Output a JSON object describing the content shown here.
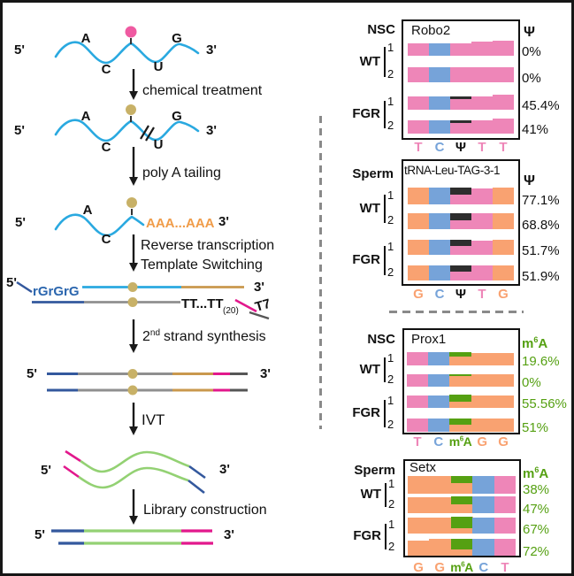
{
  "colors": {
    "cyan": "#2aa9e0",
    "pink_dot": "#ef5aa1",
    "tan_dot": "#c8b167",
    "gold_line": "#c9984d",
    "navy": "#33589d",
    "ts_blue": "#2b66ae",
    "gray": "#8f8f8f",
    "dark_gray": "#565656",
    "magenta": "#e2188c",
    "green_curve": "#93d173",
    "orange_text": "#f09c49",
    "bar_pink": "#ee86b8",
    "bar_blue": "#76a3d9",
    "bar_orange": "#f9a271",
    "bar_green": "#55a012",
    "mark_black": "#2e2e2e",
    "text_black": "#111111",
    "dash_gray": "#8a8a8a"
  },
  "workflow": {
    "five_prime": "5'",
    "three_prime": "3'",
    "bases": {
      "a": "A",
      "c": "C",
      "u": "U",
      "g": "G"
    },
    "steps": {
      "chemical": "chemical treatment",
      "polya": "poly A tailing",
      "rt_line1": "Reverse transcription",
      "rt_line2": "Template Switching",
      "second_num": "2",
      "second_sup": "nd",
      "second_rest": "strand synthesis",
      "ivt": "IVT",
      "library": "Library construction"
    },
    "polya_tail": "AAA...AAA",
    "ts_oligo": "rGrGrG",
    "oligo_dt": "TT...TT",
    "oligo_dt_sub": "(20)",
    "t7_label": "T7"
  },
  "panels": [
    {
      "group": "NSC",
      "gene": "Robo2",
      "mod": {
        "pre": "Ψ",
        "sup": "",
        "post": ""
      },
      "mod_color": "text_black",
      "mark_color": "mark_black",
      "pct_color": "text_black",
      "mod_index": 2,
      "segments": [
        "bar_pink",
        "bar_blue",
        "bar_pink",
        "bar_pink",
        "bar_pink"
      ],
      "conditions": [
        {
          "name": "WT",
          "replicates": [
            "1",
            "2"
          ]
        },
        {
          "name": "FGR",
          "replicates": [
            "1",
            "2"
          ]
        }
      ],
      "rows": [
        {
          "pct": "0%",
          "mark": {
            "type": "none"
          }
        },
        {
          "pct": "0%",
          "mark": {
            "type": "none"
          }
        },
        {
          "pct": "45.4%",
          "mark": {
            "type": "line"
          }
        },
        {
          "pct": "41%",
          "mark": {
            "type": "line"
          }
        }
      ],
      "positions": [
        {
          "text": "T",
          "color": "bar_pink"
        },
        {
          "text": "C",
          "color": "bar_blue"
        },
        {
          "text": "Ψ",
          "color": "text_black"
        },
        {
          "text": "T",
          "color": "bar_pink"
        },
        {
          "text": "T",
          "color": "bar_pink"
        }
      ]
    },
    {
      "group": "Sperm",
      "gene": "tRNA-Leu-TAG-3-1",
      "mod": {
        "pre": "Ψ",
        "sup": "",
        "post": ""
      },
      "mod_color": "text_black",
      "mark_color": "mark_black",
      "pct_color": "text_black",
      "mod_index": 2,
      "segments": [
        "bar_orange",
        "bar_blue",
        "bar_pink",
        "bar_pink",
        "bar_orange"
      ],
      "conditions": [
        {
          "name": "WT",
          "replicates": [
            "1",
            "2"
          ]
        },
        {
          "name": "FGR",
          "replicates": [
            "1",
            "2"
          ]
        }
      ],
      "rows": [
        {
          "pct": "77.1%",
          "mark": {
            "type": "block",
            "h": 8
          }
        },
        {
          "pct": "68.8%",
          "mark": {
            "type": "block",
            "h": 8
          }
        },
        {
          "pct": "51.7%",
          "mark": {
            "type": "block",
            "h": 7
          }
        },
        {
          "pct": "51.9%",
          "mark": {
            "type": "block",
            "h": 7
          }
        }
      ],
      "positions": [
        {
          "text": "G",
          "color": "bar_orange"
        },
        {
          "text": "C",
          "color": "bar_blue"
        },
        {
          "text": "Ψ",
          "color": "text_black"
        },
        {
          "text": "T",
          "color": "bar_pink"
        },
        {
          "text": "G",
          "color": "bar_orange"
        }
      ]
    },
    {
      "group": "NSC",
      "gene": "Prox1",
      "mod": {
        "pre": "m",
        "sup": "6",
        "post": "A"
      },
      "mod_color": "bar_green",
      "mark_color": "bar_green",
      "pct_color": "bar_green",
      "mod_index": 2,
      "segments": [
        "bar_pink",
        "bar_blue",
        "bar_orange",
        "bar_orange",
        "bar_orange"
      ],
      "conditions": [
        {
          "name": "WT",
          "replicates": [
            "1",
            "2"
          ]
        },
        {
          "name": "FGR",
          "replicates": [
            "1",
            "2"
          ]
        }
      ],
      "rows": [
        {
          "pct": "19.6%",
          "mark": {
            "type": "block",
            "h": 5
          }
        },
        {
          "pct": "0%",
          "mark": {
            "type": "block",
            "h": 2
          }
        },
        {
          "pct": "55.56%",
          "mark": {
            "type": "block",
            "h": 8
          }
        },
        {
          "pct": "51%",
          "mark": {
            "type": "block",
            "h": 7
          }
        }
      ],
      "positions": [
        {
          "text": "T",
          "color": "bar_pink"
        },
        {
          "text": "C",
          "color": "bar_blue"
        },
        {
          "text": "m",
          "sup": "6",
          "post": "A",
          "color": "bar_green"
        },
        {
          "text": "G",
          "color": "bar_orange"
        },
        {
          "text": "G",
          "color": "bar_orange"
        }
      ]
    },
    {
      "group": "Sperm",
      "gene": "Setx",
      "mod": {
        "pre": "m",
        "sup": "6",
        "post": "A"
      },
      "mod_color": "bar_green",
      "mark_color": "bar_green",
      "pct_color": "bar_green",
      "mod_index": 2,
      "segments": [
        "bar_orange",
        "bar_orange",
        "bar_orange",
        "bar_blue",
        "bar_pink"
      ],
      "conditions": [
        {
          "name": "WT",
          "replicates": [
            "1",
            "2"
          ]
        },
        {
          "name": "FGR",
          "replicates": [
            "1",
            "2"
          ]
        }
      ],
      "rows": [
        {
          "pct": "38%",
          "mark": {
            "type": "block",
            "h": 8
          }
        },
        {
          "pct": "47%",
          "mark": {
            "type": "block",
            "h": 9
          }
        },
        {
          "pct": "67%",
          "mark": {
            "type": "block",
            "h": 13
          }
        },
        {
          "pct": "72%",
          "mark": {
            "type": "block",
            "h": 12
          }
        }
      ],
      "positions": [
        {
          "text": "G",
          "color": "bar_orange"
        },
        {
          "text": "G",
          "color": "bar_orange"
        },
        {
          "text": "m",
          "sup": "6",
          "post": "A",
          "color": "bar_green"
        },
        {
          "text": "C",
          "color": "bar_blue"
        },
        {
          "text": "T",
          "color": "bar_pink"
        }
      ]
    }
  ]
}
